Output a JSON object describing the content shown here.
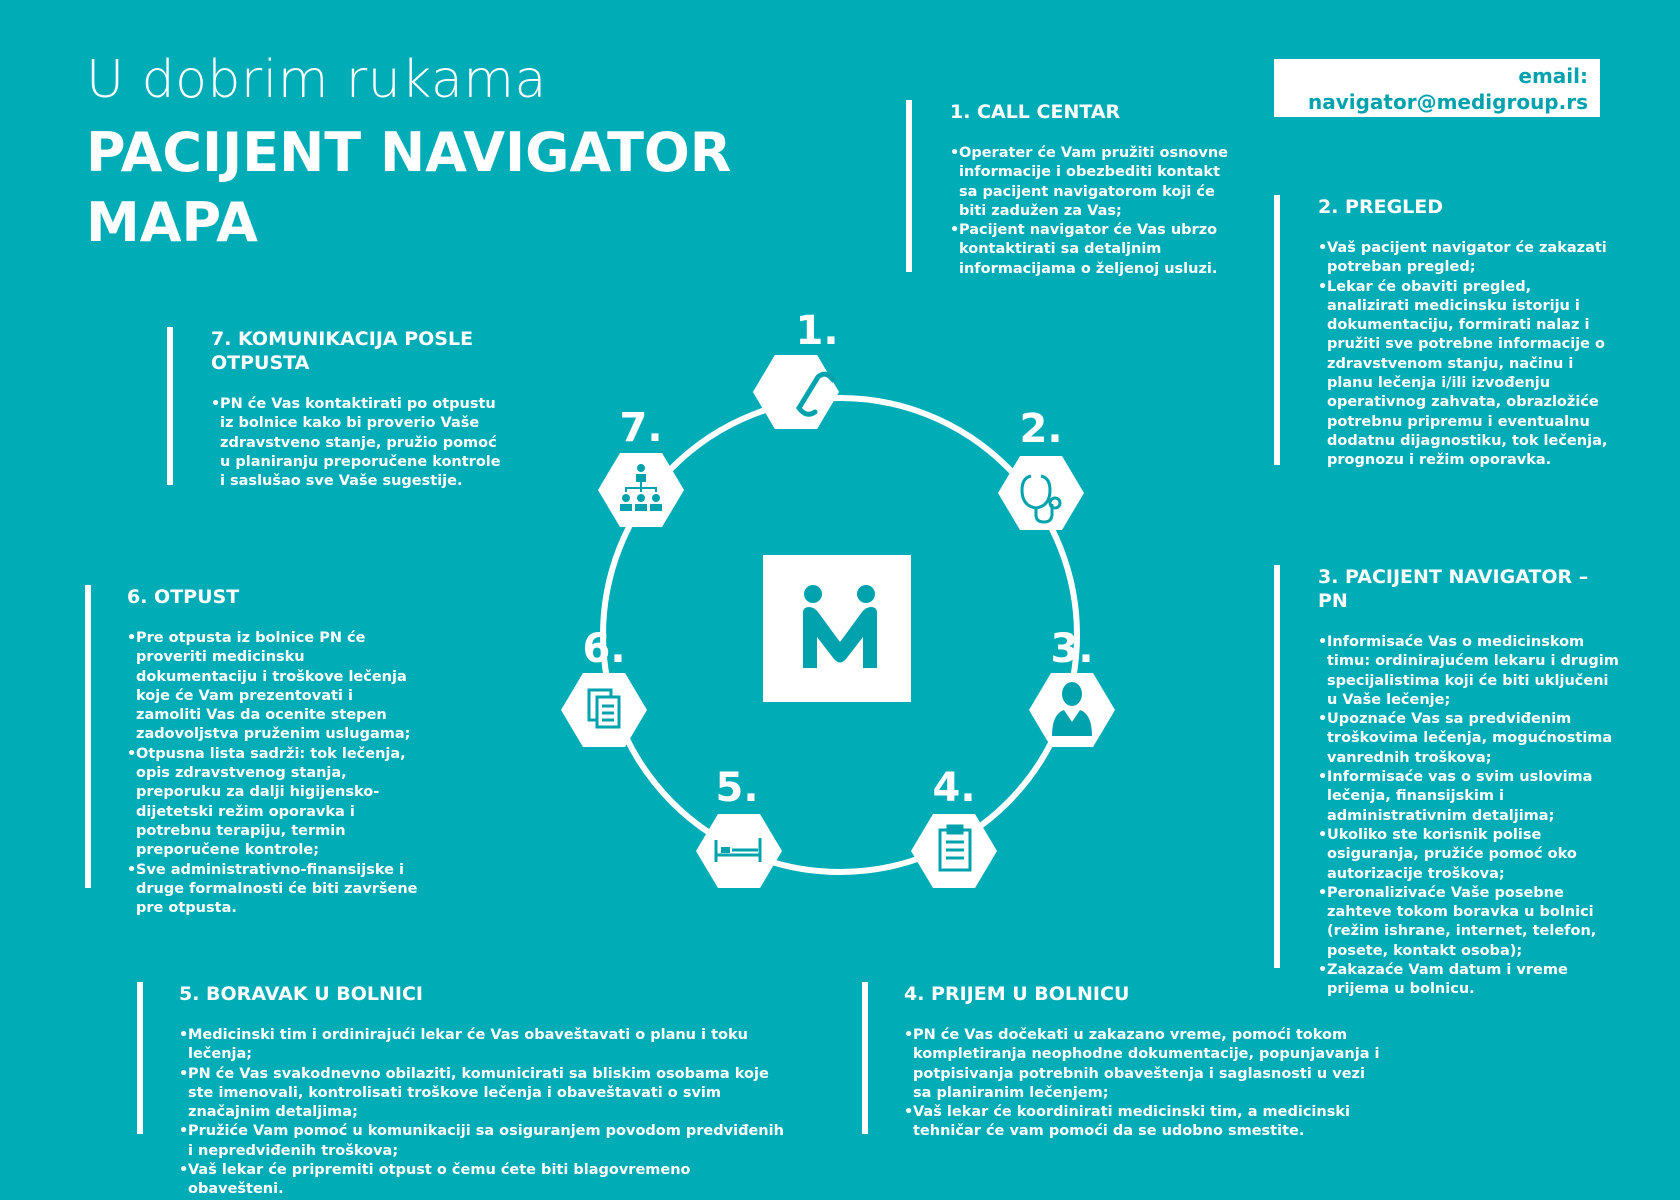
{
  "header": {
    "line1": "U dobrim rukama",
    "line2": "PACIJENT NAVIGATOR",
    "line3": "MAPA"
  },
  "email": {
    "label": "email:",
    "address": "navigator@medigroup.rs"
  },
  "logo": {
    "icon": "medigroup-m-logo"
  },
  "steps": [
    {
      "number": "1.",
      "icon": "phone-icon"
    },
    {
      "number": "2.",
      "icon": "stethoscope-icon"
    },
    {
      "number": "3.",
      "icon": "doctor-icon"
    },
    {
      "number": "4.",
      "icon": "clipboard-icon"
    },
    {
      "number": "5.",
      "icon": "hospital-bed-icon"
    },
    {
      "number": "6.",
      "icon": "documents-icon"
    },
    {
      "number": "7.",
      "icon": "team-hierarchy-icon"
    }
  ],
  "sections": {
    "call_centar": {
      "title": "1. CALL CENTAR",
      "items": [
        "Operater će Vam pružiti osnovne informacije i obezbediti kontakt sa pacijent navigatorom koji će biti zadužen za Vas;",
        "Pacijent navigator će Vas ubrzo kontaktirati sa detaljnim informacijama o željenoj usluzi."
      ]
    },
    "pregled": {
      "title": "2. PREGLED",
      "items": [
        "Vaš pacijent navigator će zakazati potreban pregled;",
        "Lekar će obaviti pregled, analizirati medicinsku istoriju i dokumentaciju, formirati nalaz i pružiti sve potrebne informacije o zdravstvenom stanju, načinu i planu lečenja i/ili izvođenju operativnog zahvata, obrazložiće potrebnu pripremu i eventualnu dodatnu dijagnostiku, tok lečenja, prognozu i režim oporavka."
      ]
    },
    "pacijent_navigator": {
      "title": "3. PACIJENT NAVIGATOR – PN",
      "items": [
        "Informisaće Vas o medicinskom timu: ordinirajućem lekaru i drugim specijalistima koji će biti uključeni u Vaše lečenje;",
        "Upoznaće Vas sa predviđenim troškovima lečenja, mogućnostima vanrednih troškova;",
        "Informisaće vas o svim uslovima lečenja, finansijskim i administrativnim detaljima;",
        "Ukoliko ste korisnik polise osiguranja, pružiće pomoć oko autorizacije troškova;",
        "Peronalizivaće Vaše posebne zahteve tokom boravka u bolnici (režim ishrane, internet, telefon, posete, kontakt osoba);",
        "Zakazaće Vam datum i vreme prijema u bolnicu."
      ]
    },
    "prijem": {
      "title": "4. PRIJEM U BOLNICU",
      "items": [
        "PN će Vas dočekati u zakazano vreme, pomoći tokom kompletiranja neophodne dokumentacije, popunjavanja i potpisivanja potrebnih obaveštenja i saglasnosti u vezi sa planiranim lečenjem;",
        "Vaš lekar će koordinirati medicinski tim, a medicinski tehničar će vam pomoći da se udobno smestite."
      ]
    },
    "boravak": {
      "title": "5. BORAVAK U BOLNICI",
      "items": [
        "Medicinski tim i ordinirajući lekar će Vas obaveštavati o planu i toku lečenja;",
        "PN će Vas svakodnevno obilaziti, komunicirati sa bliskim osobama koje ste imenovali, kontrolisati troškove lečenja i obaveštavati o svim značajnim detaljima;",
        "Pružiće Vam pomoć u komunikaciji sa osiguranjem povodom predviđenih i nepredviđenih troškova;",
        "Vaš lekar će pripremiti otpust o čemu ćete biti blagovremeno obavešteni."
      ]
    },
    "otpust": {
      "title": "6. OTPUST",
      "items": [
        "Pre otpusta iz bolnice PN će proveriti medicinsku dokumentaciju i troškove lečenja koje će Vam prezentovati i zamoliti Vas da ocenite stepen zadovoljstva pruženim uslugama;",
        "Otpusna lista sadrži: tok lečenja, opis zdravstvenog stanja, preporuku za dalji higijensko-dijetetski režim oporavka i potrebnu terapiju, termin preporučene kontrole;",
        "Sve administrativno-finansijske i druge formalnosti će biti završene pre otpusta."
      ]
    },
    "komunikacija": {
      "title": "7. KOMUNIKACIJA POSLE OTPUSTA",
      "items": [
        "PN će Vas kontaktirati po otpustu iz bolnice kako bi proverio Vaše zdravstveno stanje, pružio pomoć u planiranju preporučene kontrole i saslušao sve Vaše sugestije."
      ]
    }
  },
  "colors": {
    "background": "#00adb7",
    "foreground": "#ffffff",
    "icon": "#00a3ad"
  }
}
